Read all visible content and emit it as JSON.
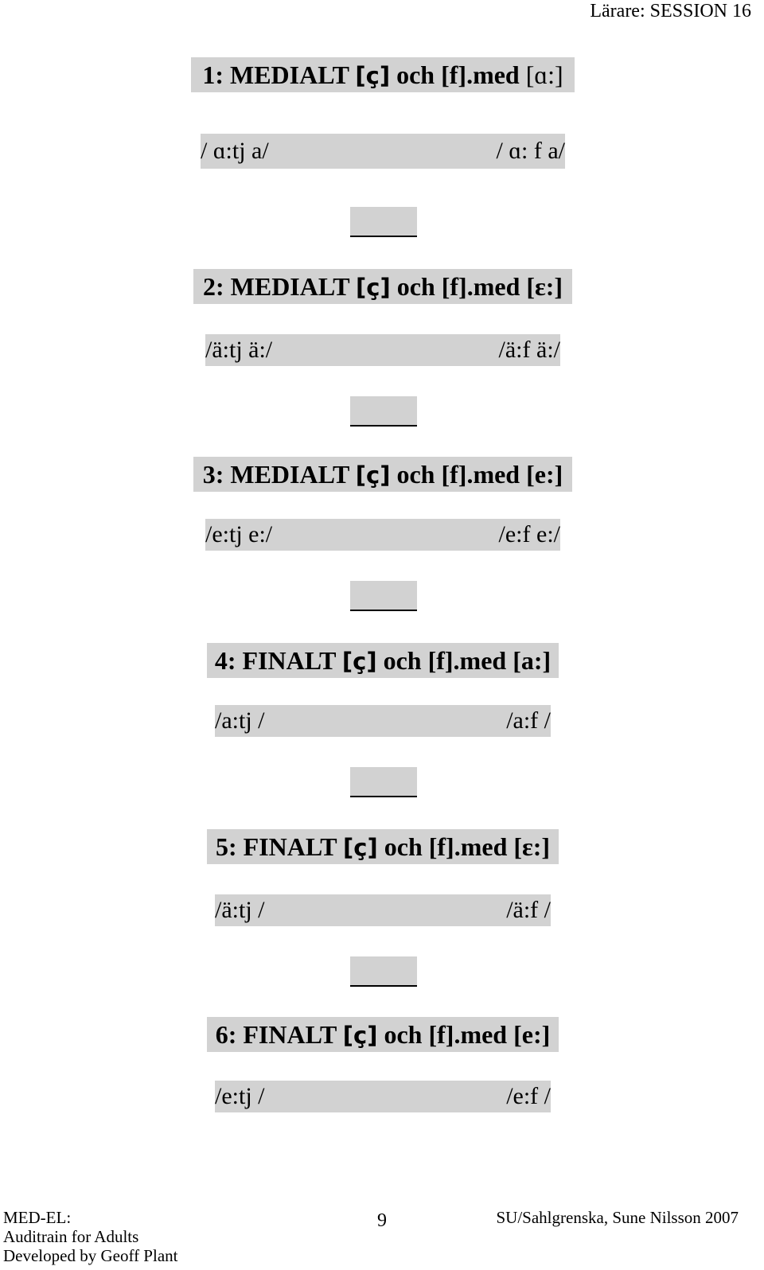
{
  "header": {
    "right_text": "Lärare: SESSION 16"
  },
  "sections": [
    {
      "heading_prefix": "1: MEDIALT ",
      "heading_ipa": "[ç]",
      "heading_mid": "  och [f].med ",
      "heading_tail": "[ɑ:]",
      "left": "/ ɑ:tj a/",
      "right": "/ ɑ: f a/",
      "blank": "_____"
    },
    {
      "heading_prefix": "2: MEDIALT ",
      "heading_ipa": "[ç]",
      "heading_mid": " och [f].med ",
      "heading_tail": "[ɛ:]",
      "left": "/ä:tj ä:/",
      "right": "/ä:f ä:/",
      "blank": "_____"
    },
    {
      "heading_prefix": "3: MEDIALT ",
      "heading_ipa": "[ç]",
      "heading_mid": " och [f].med ",
      "heading_tail": "[e:]",
      "left": "/e:tj e:/",
      "right": "/e:f e:/",
      "blank": "_____"
    },
    {
      "heading_prefix": "4: FINALT ",
      "heading_ipa": "[ç]",
      "heading_mid": " och [f].med ",
      "heading_tail": "[a:]",
      "left": "/a:tj /",
      "right": "/a:f /",
      "blank": "_____"
    },
    {
      "heading_prefix": "5: FINALT ",
      "heading_ipa": "[ç]",
      "heading_mid": " och [f].med ",
      "heading_tail": "[ɛ:]",
      "left": "/ä:tj /",
      "right": "/ä:f /",
      "blank": "_____"
    },
    {
      "heading_prefix": "6: FINALT ",
      "heading_ipa": "[ç]",
      "heading_mid": " och [f].med ",
      "heading_tail": "[e:]",
      "left": "/e:tj /",
      "right": "/e:f /"
    }
  ],
  "footer": {
    "line1": "MED-EL:",
    "line2": "Auditrain for Adults",
    "line3": "Developed by Geoff Plant",
    "page_number": "9",
    "right_text": "SU/Sahlgrenska, Sune Nilsson 2007"
  }
}
